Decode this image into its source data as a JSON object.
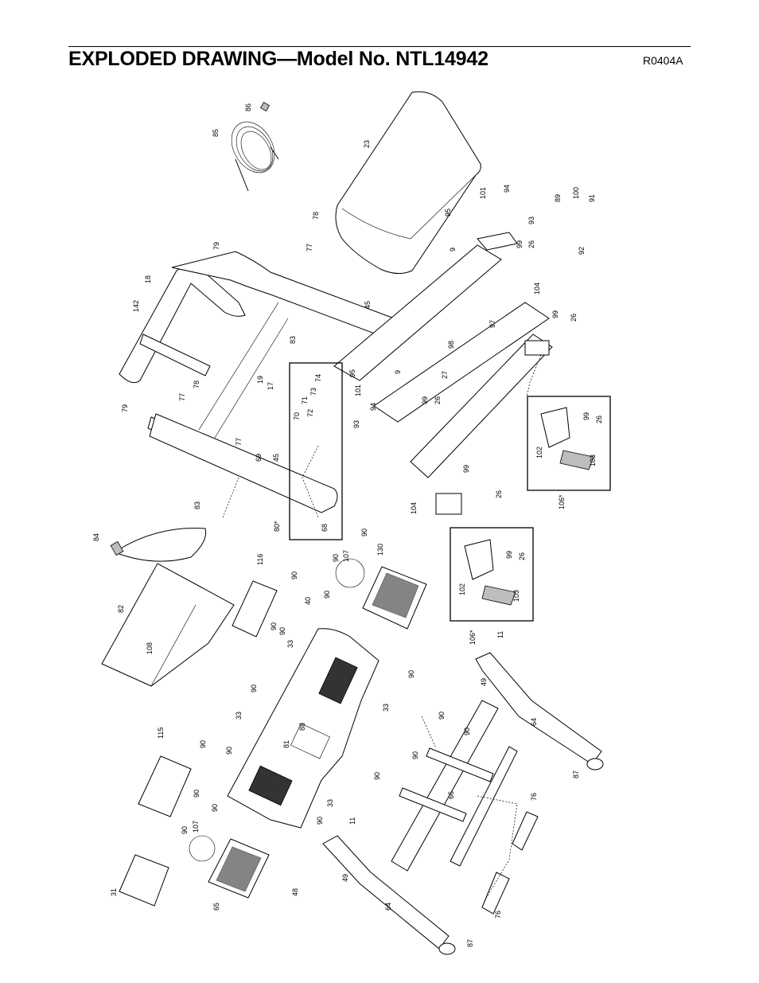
{
  "header": {
    "title": "EXPLODED DRAWING—Model No. NTL14942",
    "code": "R0404A"
  },
  "callouts": [
    {
      "id": "c86",
      "text": "86"
    },
    {
      "id": "c85",
      "text": "85"
    },
    {
      "id": "c23",
      "text": "23"
    },
    {
      "id": "c101a",
      "text": "101"
    },
    {
      "id": "c94a",
      "text": "94"
    },
    {
      "id": "c95a",
      "text": "95"
    },
    {
      "id": "c89",
      "text": "89"
    },
    {
      "id": "c100",
      "text": "100"
    },
    {
      "id": "c91",
      "text": "91"
    },
    {
      "id": "c93a",
      "text": "93"
    },
    {
      "id": "c9a",
      "text": "9"
    },
    {
      "id": "c99a",
      "text": "99"
    },
    {
      "id": "c26a",
      "text": "26"
    },
    {
      "id": "c92",
      "text": "92"
    },
    {
      "id": "c78a",
      "text": "78"
    },
    {
      "id": "c79a",
      "text": "79"
    },
    {
      "id": "c77a",
      "text": "77"
    },
    {
      "id": "c18",
      "text": "18"
    },
    {
      "id": "c142",
      "text": "142"
    },
    {
      "id": "c45a",
      "text": "45"
    },
    {
      "id": "c104a",
      "text": "104"
    },
    {
      "id": "c97",
      "text": "97"
    },
    {
      "id": "c99b",
      "text": "99"
    },
    {
      "id": "c26b",
      "text": "26"
    },
    {
      "id": "c83a",
      "text": "83"
    },
    {
      "id": "c98",
      "text": "98"
    },
    {
      "id": "c95b",
      "text": "95"
    },
    {
      "id": "c9b",
      "text": "9"
    },
    {
      "id": "c27",
      "text": "27"
    },
    {
      "id": "c74",
      "text": "74"
    },
    {
      "id": "c19",
      "text": "19"
    },
    {
      "id": "c17",
      "text": "17"
    },
    {
      "id": "c101b",
      "text": "101"
    },
    {
      "id": "c71",
      "text": "71"
    },
    {
      "id": "c73",
      "text": "73"
    },
    {
      "id": "c72",
      "text": "72"
    },
    {
      "id": "c70",
      "text": "70"
    },
    {
      "id": "c94b",
      "text": "94"
    },
    {
      "id": "c99c",
      "text": "99"
    },
    {
      "id": "c26c",
      "text": "26"
    },
    {
      "id": "c78b",
      "text": "78"
    },
    {
      "id": "c77b",
      "text": "77"
    },
    {
      "id": "c79b",
      "text": "79"
    },
    {
      "id": "c77c",
      "text": "77"
    },
    {
      "id": "c93b",
      "text": "93"
    },
    {
      "id": "c102a",
      "text": "102"
    },
    {
      "id": "c99d",
      "text": "99"
    },
    {
      "id": "c26d",
      "text": "26"
    },
    {
      "id": "c103a",
      "text": "103"
    },
    {
      "id": "c106a",
      "text": "106*"
    },
    {
      "id": "c69",
      "text": "69"
    },
    {
      "id": "c45b",
      "text": "45"
    },
    {
      "id": "c99e",
      "text": "99"
    },
    {
      "id": "c26e",
      "text": "26"
    },
    {
      "id": "c104b",
      "text": "104"
    },
    {
      "id": "c83b",
      "text": "83"
    },
    {
      "id": "c80",
      "text": "80*"
    },
    {
      "id": "c68",
      "text": "68"
    },
    {
      "id": "c84",
      "text": "84"
    },
    {
      "id": "c90a",
      "text": "90"
    },
    {
      "id": "c107a",
      "text": "107"
    },
    {
      "id": "c90b",
      "text": "90"
    },
    {
      "id": "c130",
      "text": "130"
    },
    {
      "id": "c116",
      "text": "116"
    },
    {
      "id": "c90c",
      "text": "90"
    },
    {
      "id": "c40",
      "text": "40"
    },
    {
      "id": "c90d",
      "text": "90"
    },
    {
      "id": "c82",
      "text": "82"
    },
    {
      "id": "c90e",
      "text": "90"
    },
    {
      "id": "c102b",
      "text": "102"
    },
    {
      "id": "c99f",
      "text": "99"
    },
    {
      "id": "c26f",
      "text": "26"
    },
    {
      "id": "c103b",
      "text": "103"
    },
    {
      "id": "c106b",
      "text": "106*"
    },
    {
      "id": "c11a",
      "text": "11"
    },
    {
      "id": "c108",
      "text": "108"
    },
    {
      "id": "c33a",
      "text": "33"
    },
    {
      "id": "c90f",
      "text": "90"
    },
    {
      "id": "c49a",
      "text": "49"
    },
    {
      "id": "c90g",
      "text": "90"
    },
    {
      "id": "c33b",
      "text": "33"
    },
    {
      "id": "c33c",
      "text": "33"
    },
    {
      "id": "c88",
      "text": "88"
    },
    {
      "id": "c81",
      "text": "81"
    },
    {
      "id": "c90h",
      "text": "90"
    },
    {
      "id": "c90i",
      "text": "90"
    },
    {
      "id": "c64a",
      "text": "64"
    },
    {
      "id": "c115",
      "text": "115"
    },
    {
      "id": "c90j",
      "text": "90"
    },
    {
      "id": "c90k",
      "text": "90"
    },
    {
      "id": "c90l",
      "text": "90"
    },
    {
      "id": "c87a",
      "text": "87"
    },
    {
      "id": "c90m",
      "text": "90"
    },
    {
      "id": "c66",
      "text": "66"
    },
    {
      "id": "c33d",
      "text": "33"
    },
    {
      "id": "c90n",
      "text": "90"
    },
    {
      "id": "c76a",
      "text": "76"
    },
    {
      "id": "c90o",
      "text": "90"
    },
    {
      "id": "c107b",
      "text": "107"
    },
    {
      "id": "c90p",
      "text": "90"
    },
    {
      "id": "c11b",
      "text": "11"
    },
    {
      "id": "c90q",
      "text": "90"
    },
    {
      "id": "c90r",
      "text": "90"
    },
    {
      "id": "c48",
      "text": "48"
    },
    {
      "id": "c49b",
      "text": "49"
    },
    {
      "id": "c31",
      "text": "31"
    },
    {
      "id": "c65",
      "text": "65"
    },
    {
      "id": "c64b",
      "text": "64"
    },
    {
      "id": "c76b",
      "text": "76"
    },
    {
      "id": "c87b",
      "text": "87"
    }
  ]
}
